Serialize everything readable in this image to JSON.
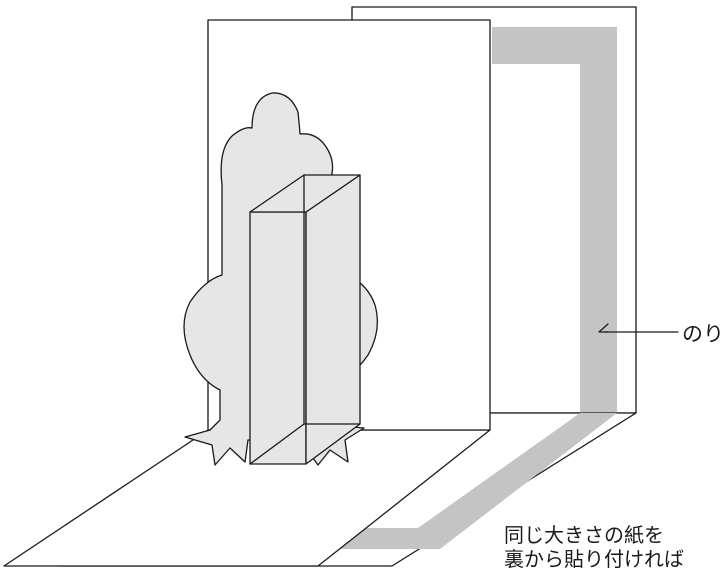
{
  "labels": {
    "glue": "のり",
    "note_line1": "同じ大きさの紙を",
    "note_line2": "裏から貼り付ければ"
  },
  "colors": {
    "line": "#1a1a1a",
    "glue_strip": "#c4c4c4",
    "popup_fill": "#e6e6e6",
    "paper": "#ffffff"
  }
}
